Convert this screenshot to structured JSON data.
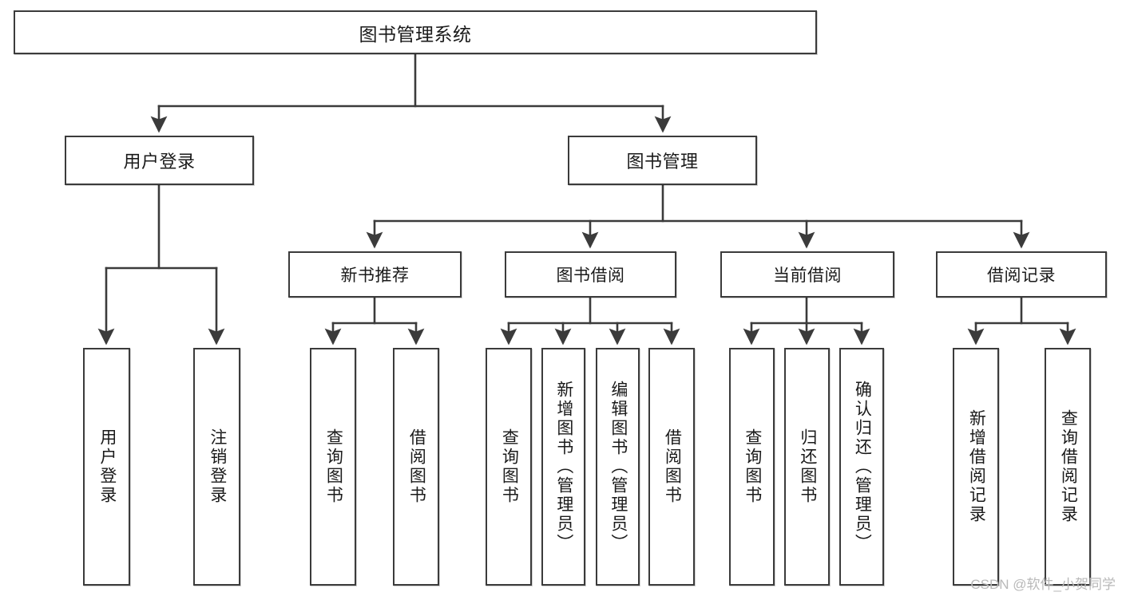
{
  "diagram": {
    "title": "图书管理系统",
    "type": "tree-hierarchy-diagram",
    "root": {
      "id": "root",
      "label": "图书管理系统"
    },
    "level2": [
      {
        "id": "user-login",
        "label": "用户登录"
      },
      {
        "id": "book-manage",
        "label": "图书管理"
      }
    ],
    "level3": [
      {
        "id": "new-book-rec",
        "label": "新书推荐"
      },
      {
        "id": "book-borrow",
        "label": "图书借阅"
      },
      {
        "id": "current-borrow",
        "label": "当前借阅"
      },
      {
        "id": "borrow-record",
        "label": "借阅记录"
      }
    ],
    "leaves": {
      "user_login": [
        {
          "id": "leaf-user-login",
          "label": "用户登录"
        },
        {
          "id": "leaf-logout",
          "label": "注销登录"
        }
      ],
      "new_book_rec": [
        {
          "id": "leaf-query-book-1",
          "label": "查询图书"
        },
        {
          "id": "leaf-borrow-book-1",
          "label": "借阅图书"
        }
      ],
      "book_borrow": [
        {
          "id": "leaf-query-book-2",
          "label": "查询图书"
        },
        {
          "id": "leaf-add-book",
          "label": "新增图书（管理员）"
        },
        {
          "id": "leaf-edit-book",
          "label": "编辑图书（管理员）"
        },
        {
          "id": "leaf-borrow-book-2",
          "label": "借阅图书"
        }
      ],
      "current_borrow": [
        {
          "id": "leaf-query-book-3",
          "label": "查询图书"
        },
        {
          "id": "leaf-return-book",
          "label": "归还图书"
        },
        {
          "id": "leaf-confirm-return",
          "label": "确认归还（管理员）"
        }
      ],
      "borrow_record": [
        {
          "id": "leaf-add-record",
          "label": "新增借阅记录"
        },
        {
          "id": "leaf-query-record",
          "label": "查询借阅记录"
        }
      ]
    },
    "colors": {
      "border": "#3b3b3b",
      "background": "#ffffff",
      "text": "#1a1a1a",
      "edge": "#3b3b3b",
      "watermark": "#b9b9b9"
    }
  },
  "watermark": {
    "text": "CSDN @软件_小贺同学"
  }
}
